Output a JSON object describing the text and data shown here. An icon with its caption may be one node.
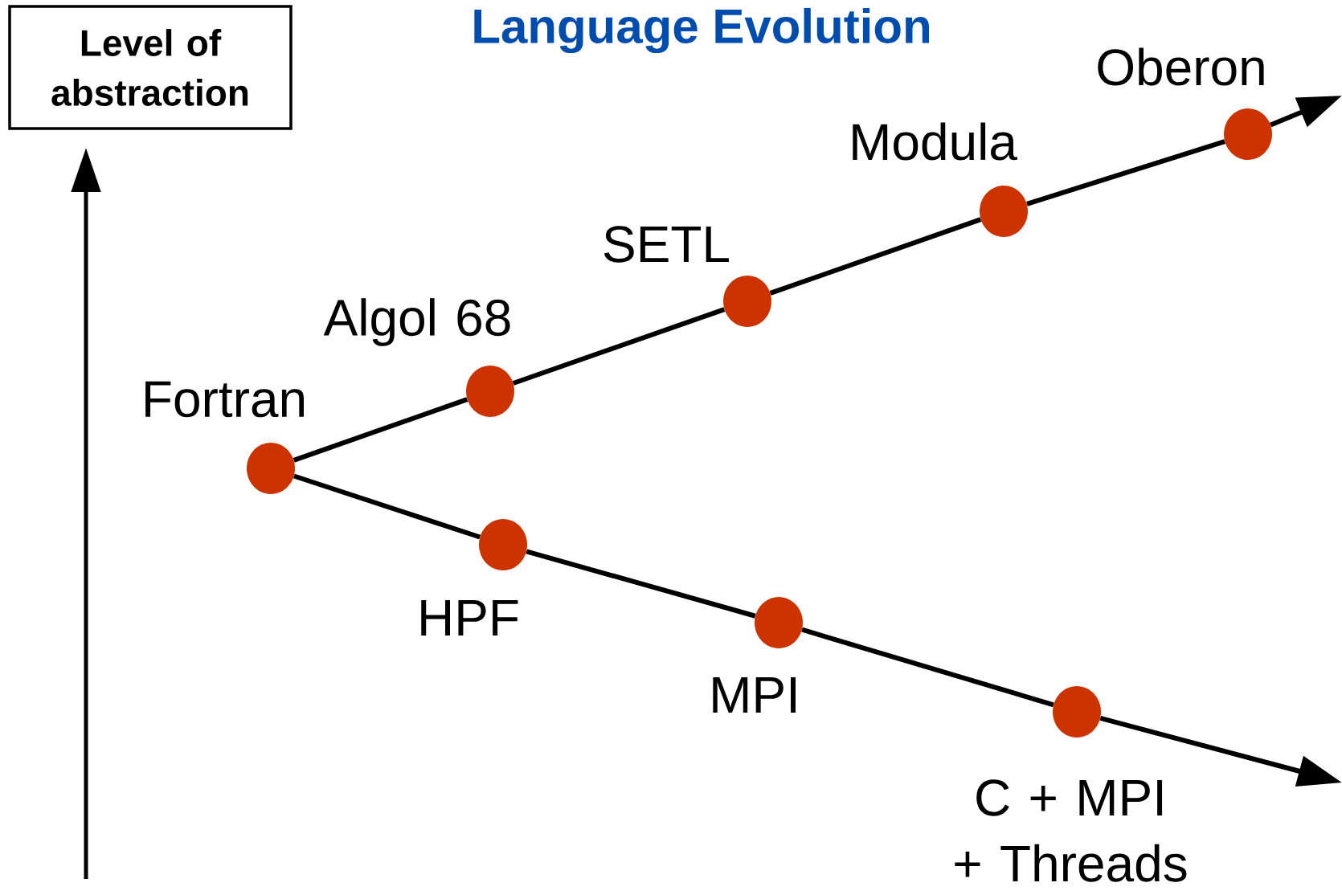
{
  "diagram": {
    "title": "Language Evolution",
    "nodes": [
      {
        "text": [
          "Level of abstraction"
        ]
      },
      {
        "text": [],
        "shape": "circle",
        "beside": [
          "Fortran"
        ]
      },
      {
        "text": [],
        "shape": "circle",
        "beside": [
          "Algol 68"
        ]
      },
      {
        "text": [],
        "shape": "circle",
        "beside": [
          "SETL"
        ]
      },
      {
        "text": [],
        "shape": "circle",
        "beside": [
          "Modula"
        ]
      },
      {
        "text": [],
        "shape": "circle",
        "beside": [
          "Oberon"
        ]
      },
      {
        "text": [],
        "shape": "circle",
        "beside": [
          "HPF"
        ]
      },
      {
        "text": [],
        "shape": "circle",
        "beside": [
          "MPI"
        ]
      },
      {
        "text": [],
        "shape": "circle",
        "beside": [
          "C + MPI + Threads"
        ]
      }
    ],
    "edges": [
      {
        "from": 1,
        "to": 2,
        "arrow": "none"
      },
      {
        "from": 2,
        "to": 3,
        "arrow": "none"
      },
      {
        "from": 3,
        "to": 4,
        "arrow": "none"
      },
      {
        "from": 4,
        "to": 5,
        "arrow": "none"
      },
      {
        "from": 5,
        "to": null,
        "arrow": "to"
      },
      {
        "from": 1,
        "to": 6,
        "arrow": "none"
      },
      {
        "from": 6,
        "to": 7,
        "arrow": "none"
      },
      {
        "from": 7,
        "to": 8,
        "arrow": "none"
      },
      {
        "from": 8,
        "to": null,
        "arrow": "to"
      }
    ]
  }
}
